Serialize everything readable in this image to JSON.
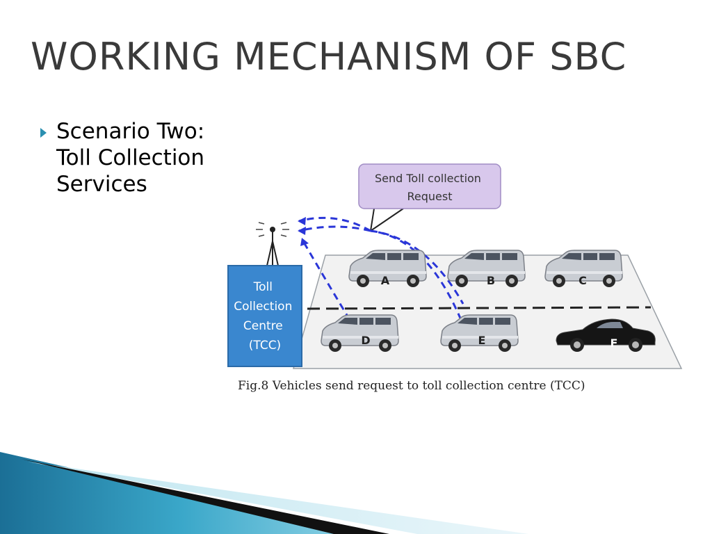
{
  "slide": {
    "title": "WORKING MECHANISM OF SBC",
    "bullet_lines": [
      "Scenario Two:",
      "Toll Collection",
      "Services"
    ]
  },
  "figure": {
    "callout_lines": [
      "Send Toll collection",
      "Request"
    ],
    "tcc_lines": [
      "Toll",
      "Collection",
      "Centre",
      "(TCC)"
    ],
    "vehicles": [
      {
        "label": "A",
        "type": "van"
      },
      {
        "label": "B",
        "type": "van"
      },
      {
        "label": "C",
        "type": "van"
      },
      {
        "label": "D",
        "type": "van"
      },
      {
        "label": "E",
        "type": "van"
      },
      {
        "label": "F",
        "type": "car"
      }
    ],
    "caption": "Fig.8  Vehicles send request to toll collection centre (TCC)"
  },
  "icons": [
    "antenna-icon"
  ],
  "colors": {
    "accent": "#2a8fb0",
    "tcc_fill": "#3a87cf",
    "callout_fill": "#d8c8ec",
    "signal_line": "#2a36d8",
    "road": "#f2f2f2"
  }
}
